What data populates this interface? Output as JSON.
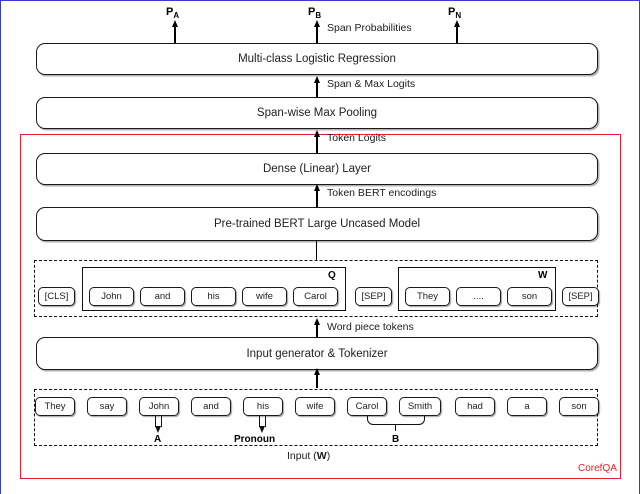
{
  "diagram": {
    "title": "CorefQA model architecture",
    "region_tag": "CorefQA",
    "accent_color": "#ee1c24",
    "outputs": [
      {
        "name": "P_A",
        "base": "P",
        "sub": "A"
      },
      {
        "name": "P_B",
        "base": "P",
        "sub": "B"
      },
      {
        "name": "P_N",
        "base": "P",
        "sub": "N"
      }
    ],
    "flow_labels": {
      "span_probabilities": "Span Probabilities",
      "span_max_logits": "Span & Max Logits",
      "token_logits": "Token Logits",
      "token_bert_encodings": "Token BERT encodings",
      "word_piece_tokens": "Word piece tokens"
    },
    "stages": [
      {
        "id": "logistic-regression",
        "label": "Multi-class Logistic Regression"
      },
      {
        "id": "max-pooling",
        "label": "Span-wise Max Pooling"
      },
      {
        "id": "dense-layer",
        "label": "Dense (Linear) Layer"
      },
      {
        "id": "bert-model",
        "label": "Pre-trained BERT Large Uncased Model"
      },
      {
        "id": "input-tokenizer",
        "label": "Input generator & Tokenizer"
      }
    ],
    "wordpiece_row": {
      "cls": "[CLS]",
      "sep_first": "[SEP]",
      "sep_last": "[SEP]",
      "query_group": {
        "tag": "Q",
        "tokens": [
          "John",
          "and",
          "his",
          "wife",
          "Carol"
        ]
      },
      "context_group": {
        "tag": "W",
        "tokens": [
          "They",
          "....",
          "son"
        ]
      }
    },
    "input_row": {
      "caption_prefix": "Input (",
      "caption_symbol": "W",
      "caption_suffix": ")",
      "tokens": [
        "They",
        "say",
        "John",
        "and",
        "his",
        "wife",
        "Carol",
        "Smith",
        "had",
        "a",
        "son"
      ],
      "annotations": [
        {
          "id": "mention-a",
          "label": "A",
          "token_index": 2
        },
        {
          "id": "pronoun",
          "label": "Pronoun",
          "token_index": 4
        },
        {
          "id": "mention-b",
          "label": "B",
          "token_start": 6,
          "token_end": 7
        }
      ]
    }
  }
}
